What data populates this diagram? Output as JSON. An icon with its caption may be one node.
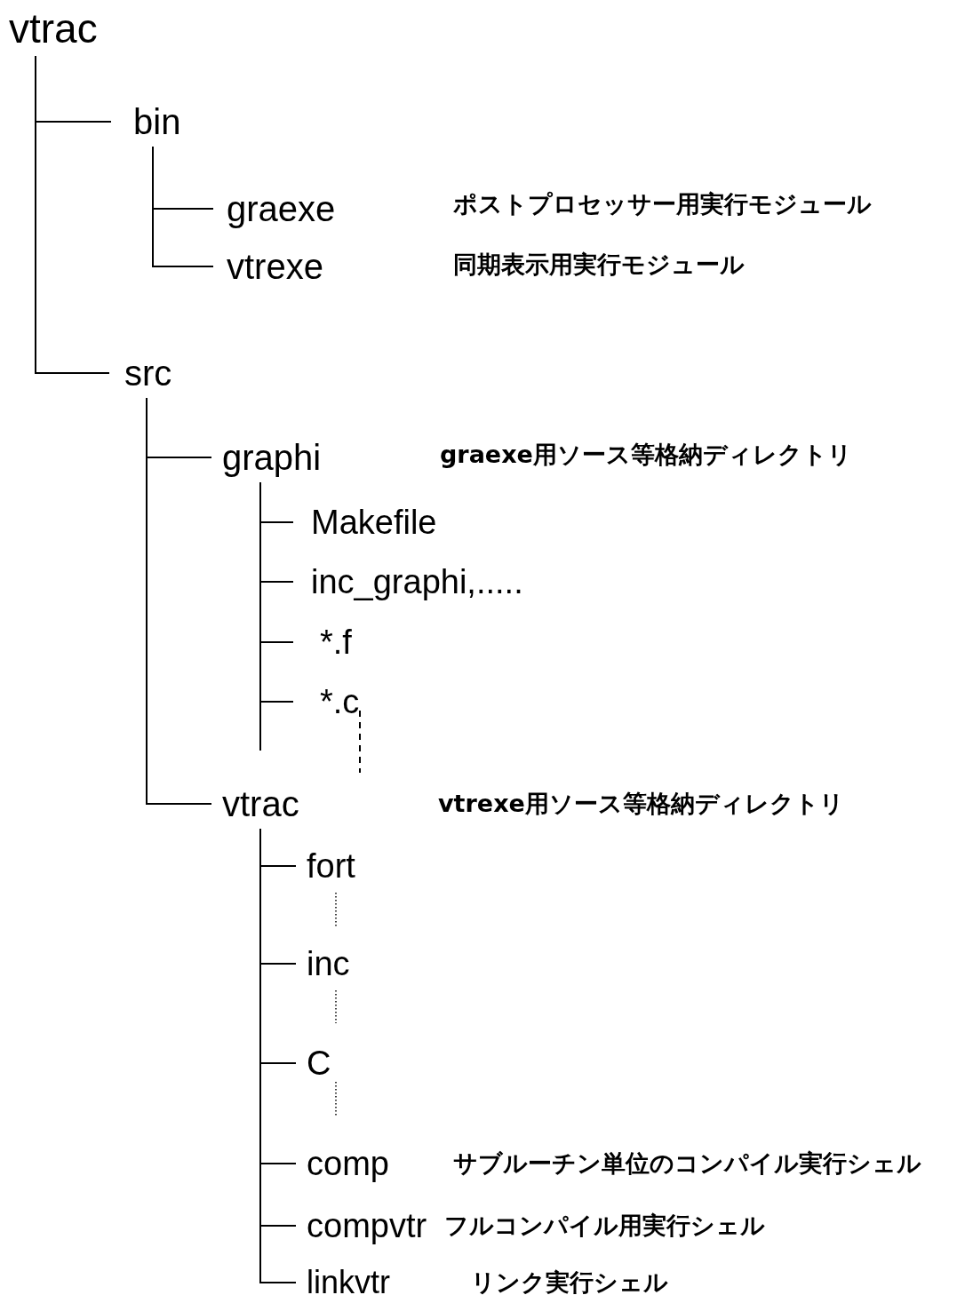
{
  "diagram": {
    "nodes": [
      {
        "text": [
          "vtrac"
        ]
      },
      {
        "text": [
          "bin"
        ]
      },
      {
        "text": [
          "graexe"
        ]
      },
      {
        "text": [
          "vtrexe"
        ]
      },
      {
        "text": [
          "src"
        ]
      },
      {
        "text": [
          "graphi"
        ]
      },
      {
        "text": [
          "Makefile"
        ]
      },
      {
        "text": [
          "inc_graphi,....."
        ]
      },
      {
        "text": [
          "*.f"
        ]
      },
      {
        "text": [
          "*.c"
        ]
      },
      {
        "text": [
          "vtrac"
        ]
      },
      {
        "text": [
          "fort"
        ]
      },
      {
        "text": [
          "inc"
        ]
      },
      {
        "text": [
          "C"
        ]
      },
      {
        "text": [
          "comp"
        ]
      },
      {
        "text": [
          "compvtr"
        ]
      },
      {
        "text": [
          "linkvtr"
        ]
      }
    ],
    "edges": [
      {
        "from": 0,
        "to": 1,
        "arrow": "none"
      },
      {
        "from": 0,
        "to": 4,
        "arrow": "none"
      },
      {
        "from": 1,
        "to": 2,
        "arrow": "none"
      },
      {
        "from": 1,
        "to": 3,
        "arrow": "none"
      },
      {
        "from": 4,
        "to": 5,
        "arrow": "none"
      },
      {
        "from": 4,
        "to": 10,
        "arrow": "none"
      },
      {
        "from": 5,
        "to": 6,
        "arrow": "none"
      },
      {
        "from": 5,
        "to": 7,
        "arrow": "none"
      },
      {
        "from": 5,
        "to": 8,
        "arrow": "none"
      },
      {
        "from": 5,
        "to": 9,
        "arrow": "none"
      },
      {
        "from": 10,
        "to": 11,
        "arrow": "none"
      },
      {
        "from": 10,
        "to": 12,
        "arrow": "none"
      },
      {
        "from": 10,
        "to": 13,
        "arrow": "none"
      },
      {
        "from": 10,
        "to": 14,
        "arrow": "none"
      },
      {
        "from": 10,
        "to": 15,
        "arrow": "none"
      },
      {
        "from": 10,
        "to": 16,
        "arrow": "none"
      }
    ],
    "labels": [
      "ポストプロセッサー用実行モジュール",
      "同期表示用実行モジュール",
      "graexe用ソース等格納ディレクトリ",
      "vtrexe用ソース等格納ディレクトリ",
      "サブルーチン単位のコンパイル実行シェル",
      "フルコンパイル用実行シェル",
      "リンク実行シェル"
    ]
  }
}
